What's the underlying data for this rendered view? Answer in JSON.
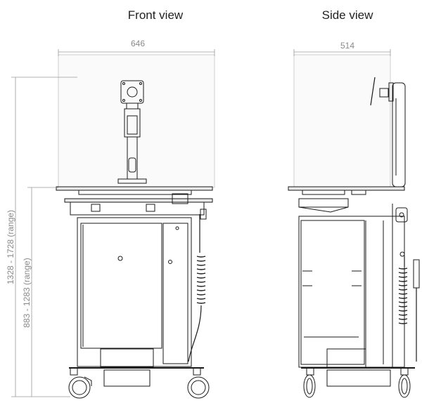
{
  "views": {
    "front": {
      "title": "Front view",
      "width_dim": "646"
    },
    "side": {
      "title": "Side view",
      "width_dim": "514"
    }
  },
  "dimensions": {
    "total_height": "1328 - 1728 (range)",
    "table_height": "883 - 1283 (range)"
  },
  "colors": {
    "line": "#1a1a1a",
    "dim": "#9a9a9a",
    "box": "#cfcfcf"
  }
}
